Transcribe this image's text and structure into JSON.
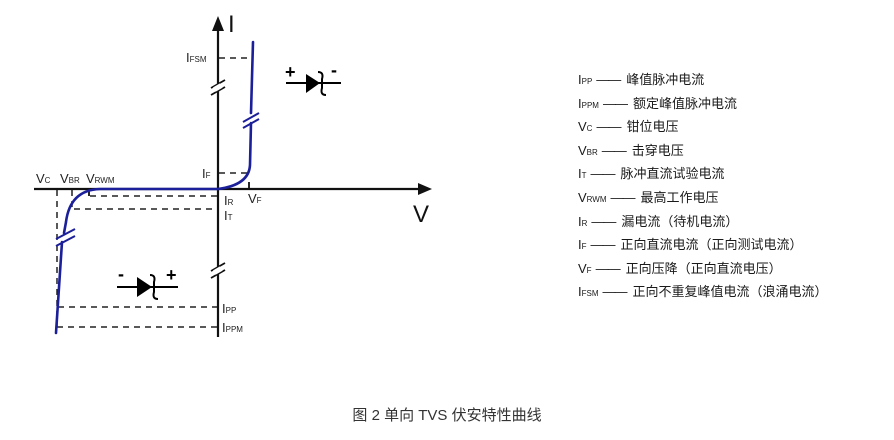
{
  "diagram": {
    "title": "单向 TVS 伏安特性曲线",
    "axes": {
      "x_label": "V",
      "y_label": "I"
    },
    "curve_color": "#1c1f9a",
    "axis_color": "#111111",
    "x_markers": [
      {
        "main": "V",
        "sub": "C"
      },
      {
        "main": "V",
        "sub": "BR"
      },
      {
        "main": "V",
        "sub": "RWM"
      },
      {
        "main": "V",
        "sub": "F"
      }
    ],
    "y_markers": [
      {
        "main": "I",
        "sub": "FSM"
      },
      {
        "main": "I",
        "sub": "F"
      },
      {
        "main": "I",
        "sub": "R"
      },
      {
        "main": "I",
        "sub": "T"
      },
      {
        "main": "I",
        "sub": "PP"
      },
      {
        "main": "I",
        "sub": "PPM"
      }
    ],
    "diode_forward": {
      "plus": "+",
      "minus": "-"
    },
    "diode_reverse": {
      "plus": "+",
      "minus": "-"
    }
  },
  "legend": [
    {
      "main": "I",
      "sub": "PP",
      "dash": "——",
      "desc": "峰值脉冲电流"
    },
    {
      "main": "I",
      "sub": "PPM",
      "dash": "——",
      "desc": "额定峰值脉冲电流"
    },
    {
      "main": "V",
      "sub": "C",
      "dash": "——",
      "desc": "钳位电压"
    },
    {
      "main": "V",
      "sub": "BR",
      "dash": "——",
      "desc": "击穿电压"
    },
    {
      "main": "I",
      "sub": "T",
      "dash": "——",
      "desc": "脉冲直流试验电流"
    },
    {
      "main": "V",
      "sub": "RWM",
      "dash": "——",
      "desc": "最高工作电压"
    },
    {
      "main": "I",
      "sub": "R",
      "dash": "——",
      "desc": "漏电流（待机电流）"
    },
    {
      "main": "I",
      "sub": "F",
      "dash": "——",
      "desc": "正向直流电流（正向测试电流）"
    },
    {
      "main": "V",
      "sub": "F",
      "dash": "——",
      "desc": "正向压降（正向直流电压）"
    },
    {
      "main": "I",
      "sub": "FSM",
      "dash": "——",
      "desc": "正向不重复峰值电流（浪涌电流）"
    }
  ],
  "caption": "图 2  单向 TVS 伏安特性曲线"
}
